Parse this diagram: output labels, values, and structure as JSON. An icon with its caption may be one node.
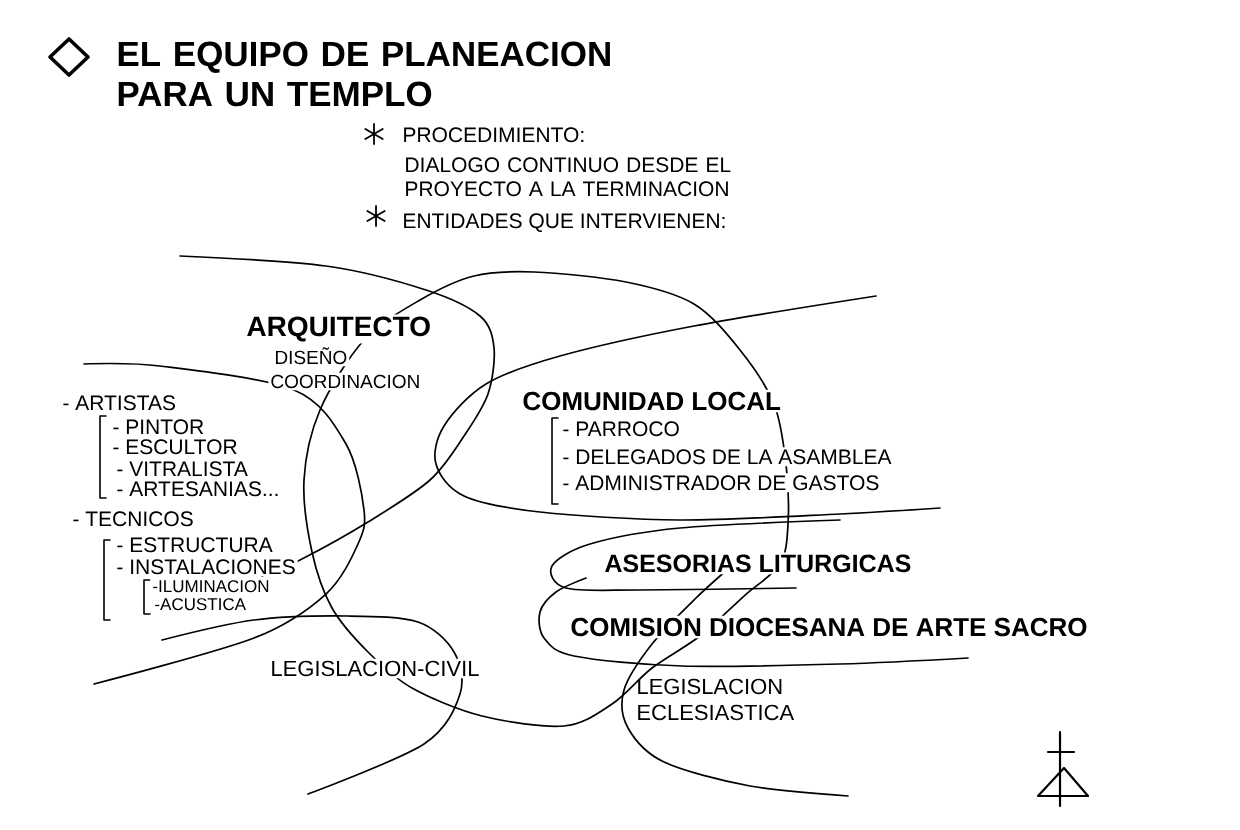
{
  "diagram": {
    "title": "EL EQUIPO DE PLANEACION PARA UN TEMPLO",
    "labels": [
      "PROCEDIMIENTO:",
      "DIALOGO CONTINUO DESDE EL PROYECTO A LA TERMINACION",
      "ENTIDADES QUE INTERVIENEN:",
      "ARQUITECTO",
      "DISEÑO",
      "COORDINACION",
      "COMUNIDAD LOCAL",
      "- PARROCO",
      "- DELEGADOS DE LA ASAMBLEA",
      "- ADMINISTRADOR DE GASTOS",
      "- ARTISTAS",
      "- PINTOR",
      "- ESCULTOR",
      "- VITRALISTA",
      "- ARTESANIAS...",
      "- TECNICOS",
      "- ESTRUCTURA",
      "- INSTALACIONES",
      "-ILUMINACION",
      "-ACUSTICA",
      "ASESORIAS LITURGICAS",
      "COMISION DIOCESANA DE ARTE SACRO",
      "LEGISLACION-CIVIL",
      "LEGISLACION ECLESIASTICA"
    ]
  }
}
